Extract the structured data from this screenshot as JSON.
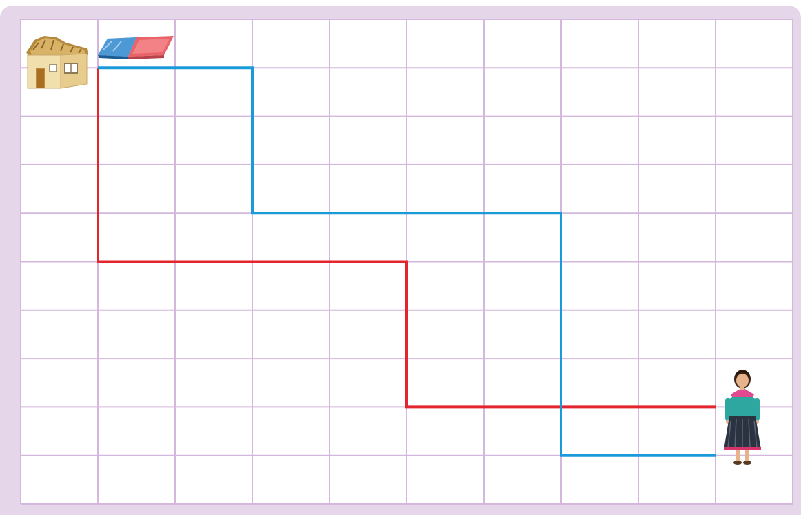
{
  "colors": {
    "frame": "#e6d6ea",
    "paper": "#ffffff",
    "grid_line": "#d3b7dc",
    "path_red": "#e3262e",
    "path_blue": "#1a9ad9"
  },
  "icons": {
    "start": "house-icon",
    "eraser": "eraser-icon",
    "goal": "girl-icon"
  },
  "grid": {
    "columns": 10,
    "rows": 10
  },
  "paths": [
    {
      "id": "red-path",
      "color_key": "path_red",
      "points": [
        [
          1,
          1
        ],
        [
          1,
          5
        ],
        [
          5,
          5
        ],
        [
          5,
          8
        ],
        [
          9,
          8
        ]
      ]
    },
    {
      "id": "blue-path",
      "color_key": "path_blue",
      "points": [
        [
          1,
          1
        ],
        [
          3,
          1
        ],
        [
          3,
          4
        ],
        [
          7,
          4
        ],
        [
          7,
          9
        ],
        [
          9,
          9
        ]
      ]
    }
  ]
}
